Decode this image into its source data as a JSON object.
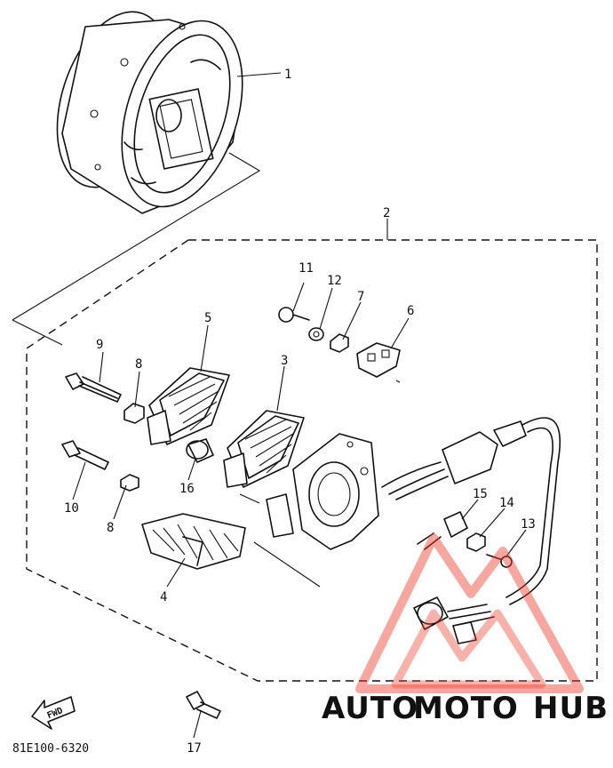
{
  "diagram": {
    "part_labels": [
      {
        "n": "1"
      },
      {
        "n": "2"
      },
      {
        "n": "3"
      },
      {
        "n": "4"
      },
      {
        "n": "5"
      },
      {
        "n": "6"
      },
      {
        "n": "7"
      },
      {
        "n": "8"
      },
      {
        "n": "8"
      },
      {
        "n": "9"
      },
      {
        "n": "10"
      },
      {
        "n": "11"
      },
      {
        "n": "12"
      },
      {
        "n": "13"
      },
      {
        "n": "14"
      },
      {
        "n": "15"
      },
      {
        "n": "16"
      },
      {
        "n": "17"
      }
    ],
    "fwd_label": "FWD",
    "drawing_code": "81E100-6320"
  },
  "watermark": {
    "part1": "AUTO",
    "part2": "MOTO",
    "part3": "HUB",
    "colors": {
      "auto": "#f3b866",
      "moto": "#f08a80",
      "hub": "#8a8a8a",
      "triangle": "#ef3b2c"
    }
  }
}
